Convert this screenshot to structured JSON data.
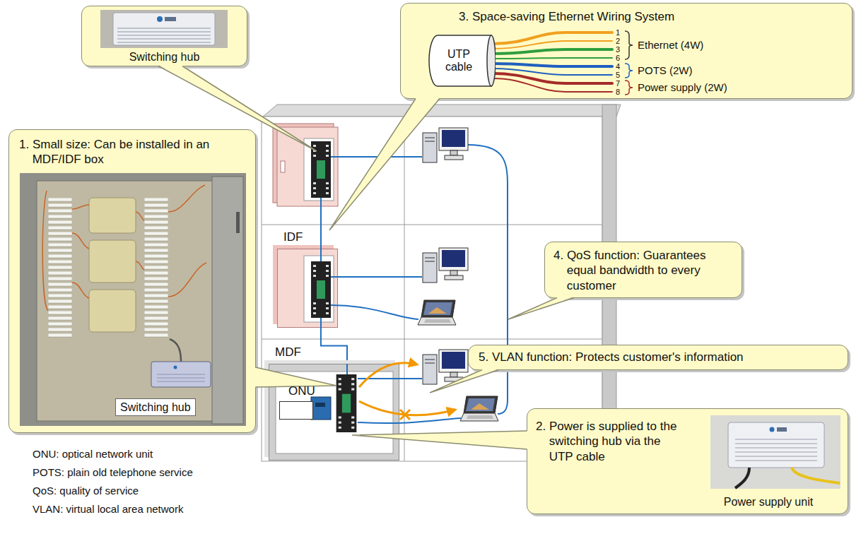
{
  "diagram": {
    "nodes": [
      {
        "text": [
          "Switching hub"
        ]
      },
      {
        "text": [
          "1. Small size: Can be installed in an MDF/IDF box"
        ]
      },
      {
        "text": [
          "Switching hub"
        ],
        "in": 1
      },
      {
        "text": [
          "3. Space-saving Ethernet Wiring System"
        ]
      },
      {
        "text": [
          "UTP cable"
        ],
        "in": 3
      },
      {
        "text": [
          "IDF"
        ]
      },
      {
        "text": [
          "4. QoS function: Guarantees equal bandwidth to every customer"
        ]
      },
      {
        "text": [
          "MDF"
        ]
      },
      {
        "text": [
          "5. VLAN function: Protects customer's information"
        ]
      },
      {
        "text": [
          "ONU"
        ],
        "in": 7
      },
      {
        "text": [
          "2. Power is supplied to the switching hub via the UTP cable",
          "Power supply unit"
        ]
      }
    ],
    "edges": [
      {
        "from": 5,
        "to": 7,
        "arrow": "none"
      }
    ],
    "labels": [
      "1",
      "2",
      "3",
      "6",
      "Ethernet (4W)",
      "4",
      "5",
      "POTS (2W)",
      "7",
      "8",
      "Power supply (2W)",
      "ONU: optical network unit",
      "POTS: plain old telephone service",
      "QoS: quality of service",
      "VLAN: virtual local area network"
    ]
  }
}
